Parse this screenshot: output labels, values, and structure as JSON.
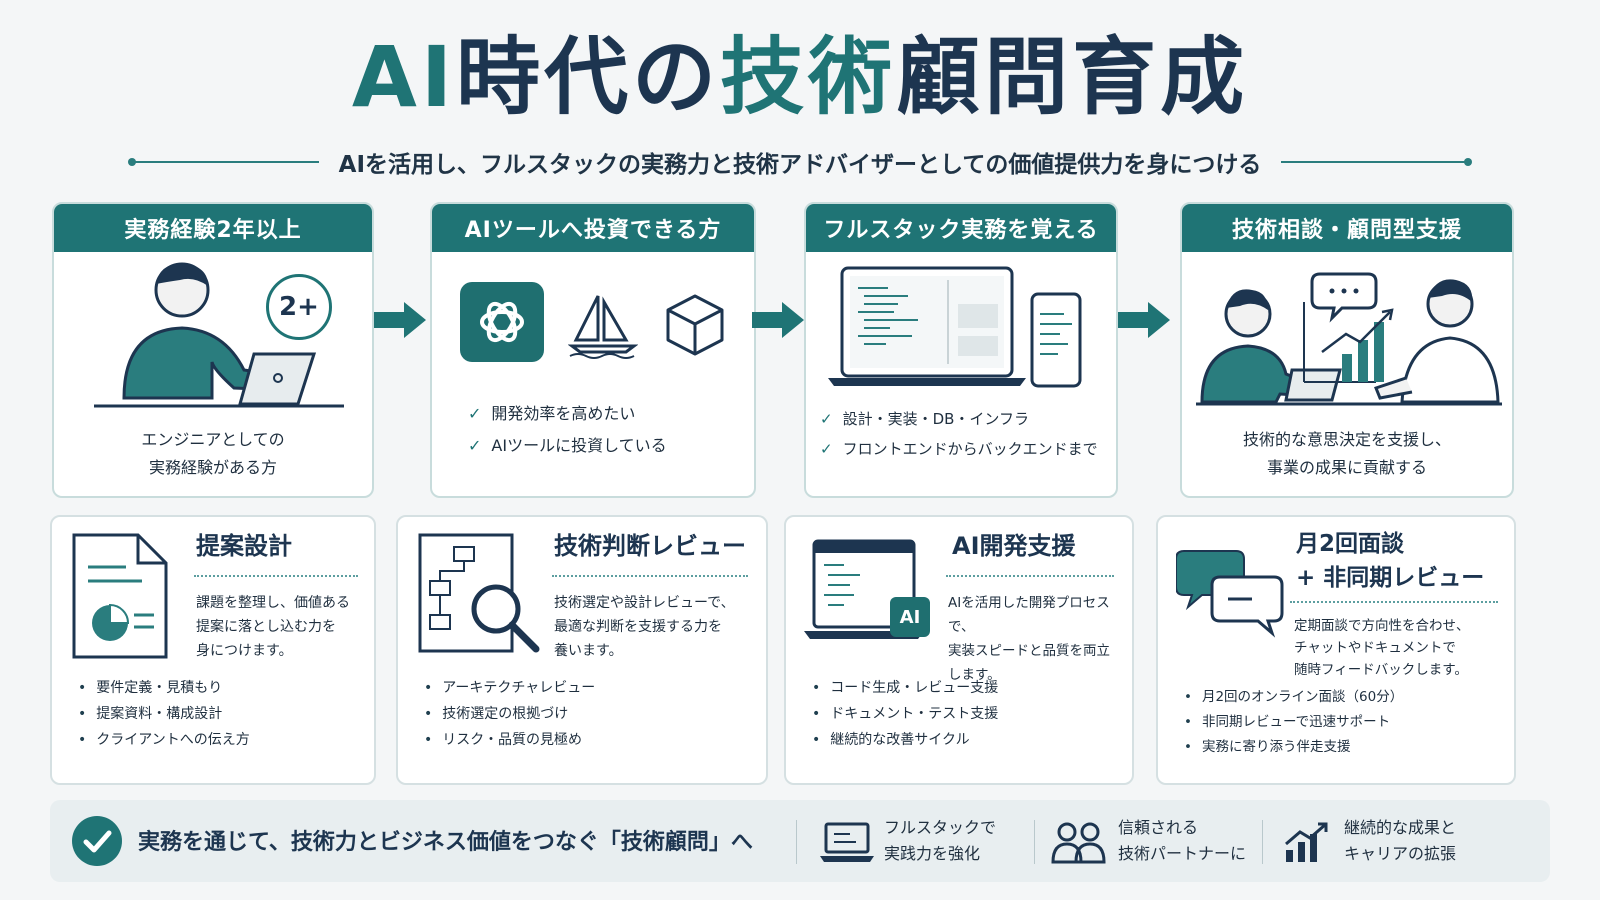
{
  "header": {
    "title_part1": "AI",
    "title_part2": "時代の",
    "title_part3": "技術",
    "title_part4": "顧問育成",
    "subtitle": "AIを活用し、フルスタックの実務力と技術アドバイザーとしての価値提供力を身につける"
  },
  "steps": [
    {
      "title": "実務経験2年以上",
      "badge": "2+",
      "text_line1": "エンジニアとしての",
      "text_line2": "実務経験がある方"
    },
    {
      "title": "AIツールへ投資できる方",
      "checks": [
        "開発効率を高めたい",
        "AIツールに投資している"
      ]
    },
    {
      "title": "フルスタック実務を覚える",
      "checks": [
        "設計・実装・DB・インフラ",
        "フロントエンドからバックエンドまで"
      ]
    },
    {
      "title": "技術相談・顧問型支援",
      "text_line1": "技術的な意思決定を支援し、",
      "text_line2": "事業の成果に貢献する"
    }
  ],
  "cards": [
    {
      "title": "提案設計",
      "desc": [
        "課題を整理し、価値ある",
        "提案に落とし込む力を",
        "身につけます。"
      ],
      "bullets": [
        "要件定義・見積もり",
        "提案資料・構成設計",
        "クライアントへの伝え方"
      ]
    },
    {
      "title": "技術判断レビュー",
      "desc": [
        "技術選定や設計レビューで、",
        "最適な判断を支援する力を",
        "養います。"
      ],
      "bullets": [
        "アーキテクチャレビュー",
        "技術選定の根拠づけ",
        "リスク・品質の見極め"
      ]
    },
    {
      "title": "AI開発支援",
      "icon_label": "AI",
      "desc": [
        "AIを活用した開発プロセスで、",
        "実装スピードと品質を両立",
        "します。"
      ],
      "bullets": [
        "コード生成・レビュー支援",
        "ドキュメント・テスト支援",
        "継続的な改善サイクル"
      ]
    },
    {
      "title_line1": "月2回面談",
      "title_line2": "+ 非同期レビュー",
      "desc": [
        "定期面談で方向性を合わせ、",
        "チャットやドキュメントで",
        "随時フィードバックします。"
      ],
      "bullets": [
        "月2回のオンライン面談（60分）",
        "非同期レビューで迅速サポート",
        "実務に寄り添う伴走支援"
      ]
    }
  ],
  "banner": {
    "main": "実務を通じて、技術力とビジネス価値をつなぐ「技術顧問」へ",
    "items": [
      {
        "line1": "フルスタックで",
        "line2": "実践力を強化",
        "icon": "laptop-icon"
      },
      {
        "line1": "信頼される",
        "line2": "技術パートナーに",
        "icon": "people-icon"
      },
      {
        "line1": "継続的な成果と",
        "line2": "キャリアの拡張",
        "icon": "growth-chart-icon"
      }
    ]
  },
  "colors": {
    "teal": "#1f7475",
    "navy": "#1d3550",
    "background": "#f4f6f7"
  }
}
